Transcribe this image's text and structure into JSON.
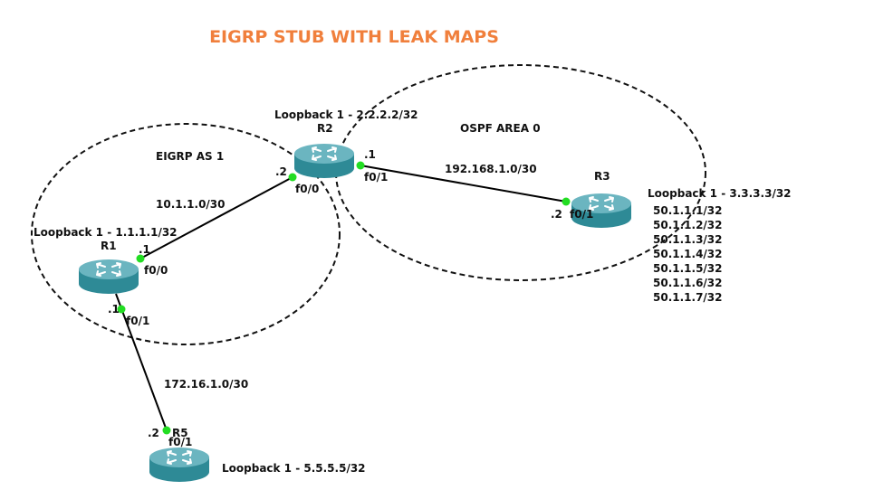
{
  "title": "EIGRP STUB WITH LEAK MAPS",
  "colors": {
    "title": "#F07F3C",
    "port_dot": "#22DD22",
    "router_body": "#2E8A96",
    "router_top": "#6BB5C0",
    "router_arrows": "#ffffff"
  },
  "areas": {
    "eigrp": "EIGRP AS 1",
    "ospf": "OSPF AREA 0"
  },
  "routers": {
    "r1": {
      "name": "R1",
      "loopback": "Loopback 1 - 1.1.1.1/32"
    },
    "r2": {
      "name": "R2",
      "loopback": "Loopback 1 - 2.2.2.2/32"
    },
    "r3": {
      "name": "R3",
      "loopback": "Loopback 1 - 3.3.3.3/32",
      "extra_loopbacks": [
        "50.1.1.1/32",
        "50.1.1.2/32",
        "50.1.1.3/32",
        "50.1.1.4/32",
        "50.1.1.5/32",
        "50.1.1.6/32",
        "50.1.1.7/32"
      ]
    },
    "r5": {
      "name": "R5",
      "loopback": "Loopback 1 - 5.5.5.5/32"
    }
  },
  "links": {
    "r1_r2": {
      "subnet": "10.1.1.0/30",
      "r1_host": ".1",
      "r1_if": "f0/0",
      "r2_host": ".2",
      "r2_if": "f0/0"
    },
    "r2_r3": {
      "subnet": "192.168.1.0/30",
      "r2_host": ".1",
      "r2_if": "f0/1",
      "r3_host": ".2",
      "r3_if": "f0/1"
    },
    "r1_r5": {
      "subnet": "172.16.1.0/30",
      "r1_host": ".1",
      "r1_if": "f0/1",
      "r5_host": ".2",
      "r5_if": "f0/1"
    }
  }
}
